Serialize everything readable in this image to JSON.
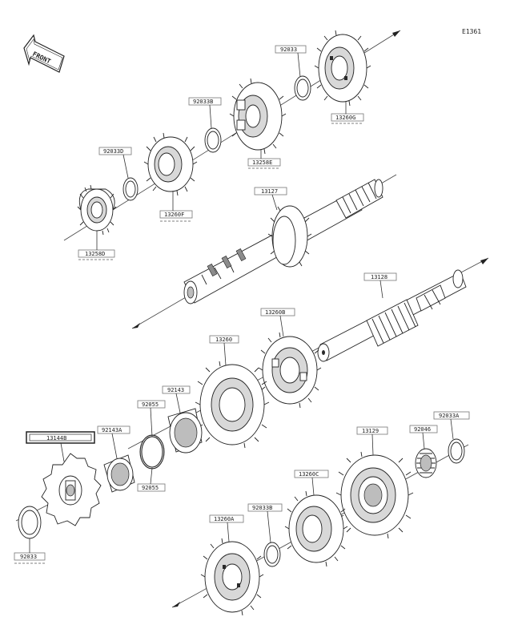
{
  "diagram_id": "E1361",
  "front_label": "FRONT",
  "parts": {
    "p_92033_top": "92033",
    "p_13260G": "13260G",
    "p_92033B_top": "92033B",
    "p_13258E": "13258E",
    "p_92033D": "92033D",
    "p_13260F": "13260F",
    "p_13258D": "13258D",
    "p_13127": "13127",
    "p_13128": "13128",
    "p_13260B": "13260B",
    "p_13260": "13260",
    "p_92143": "92143",
    "p_92055_top": "92055",
    "p_92143A": "92143A",
    "p_92055_bot": "92055",
    "p_13144B": "13144B",
    "p_92033_bot": "92033",
    "p_13129": "13129",
    "p_92046": "92046",
    "p_92033A": "92033A",
    "p_13260C": "13260C",
    "p_92033B_bot": "92033B",
    "p_13260A": "13260A"
  }
}
